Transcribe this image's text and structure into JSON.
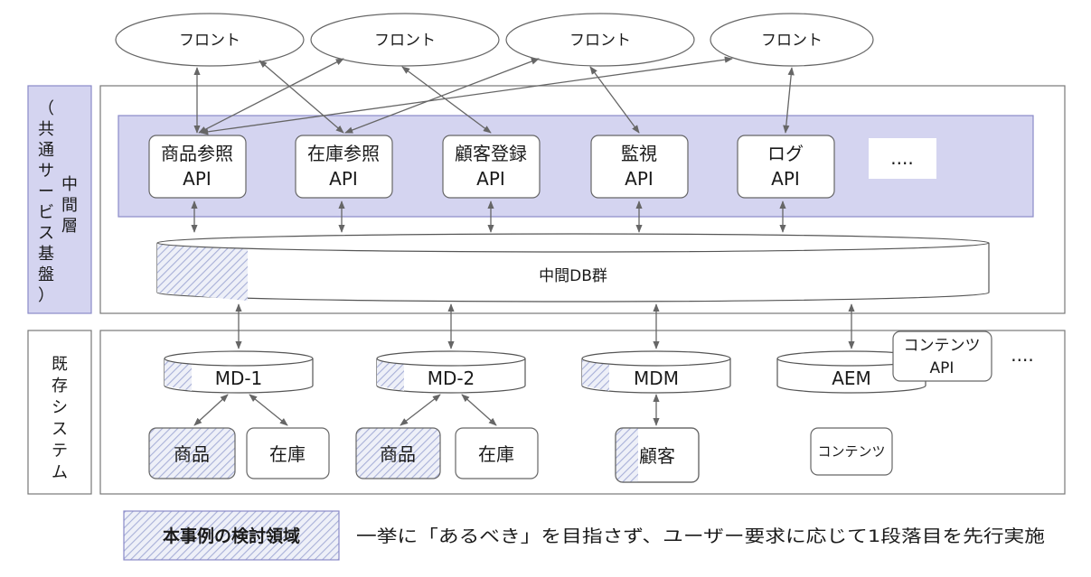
{
  "fronts": [
    "フロント",
    "フロント",
    "フロント",
    "フロント"
  ],
  "layers": {
    "middle": [
      "中",
      "間",
      "層"
    ],
    "middle_sub": [
      "（",
      "共",
      "通",
      "サ",
      "ー",
      "ビ",
      "ス",
      "基",
      "盤",
      "）"
    ],
    "legacy": [
      "既",
      "存",
      "シ",
      "ス",
      "テ",
      "ム"
    ]
  },
  "apis": [
    {
      "line1": "商品参照",
      "line2": "API"
    },
    {
      "line1": "在庫参照",
      "line2": "API"
    },
    {
      "line1": "顧客登録",
      "line2": "API"
    },
    {
      "line1": "監視",
      "line2": "API"
    },
    {
      "line1": "ログ",
      "line2": "API"
    }
  ],
  "api_more": "....",
  "middle_db": "中間DB群",
  "legacy_dbs": [
    "MD-1",
    "MD-2",
    "MDM",
    "AEM"
  ],
  "content_api": {
    "line1": "コンテンツ",
    "line2": "API"
  },
  "legacy_more": "....",
  "data_items": [
    "商品",
    "在庫",
    "商品",
    "在庫",
    "顧客",
    "コンテンツ"
  ],
  "legend": {
    "label": "本事例の検討領域",
    "note": "一挙に「あるべき」を目指さず、ユーザー要求に応じて1段落目を先行実施"
  },
  "colors": {
    "accent_fill": "#d4d4f0",
    "accent_stroke": "#8a8ac8",
    "hatch": "#a8b0d8"
  }
}
